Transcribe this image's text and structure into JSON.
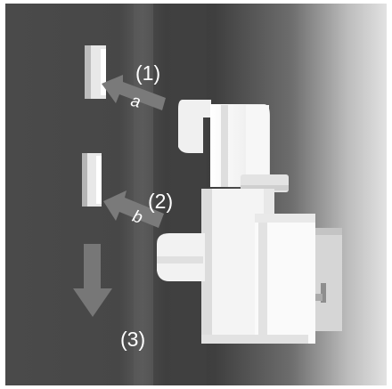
{
  "steps": [
    {
      "id": "step-1",
      "label": "(1)",
      "arrow_letter": "a"
    },
    {
      "id": "step-2",
      "label": "(2)",
      "arrow_letter": "b"
    },
    {
      "id": "step-3",
      "label": "(3)"
    }
  ],
  "colors": {
    "wall_dark": "#3a3a3a",
    "wall_light": "#d8d8d8",
    "part": "#f4f4f4",
    "arrow": "#7a7a7a",
    "text": "#ffffff"
  },
  "icons": {
    "arrow_a": "arrow-up-left",
    "arrow_b": "arrow-up-left",
    "arrow_3": "arrow-down"
  }
}
